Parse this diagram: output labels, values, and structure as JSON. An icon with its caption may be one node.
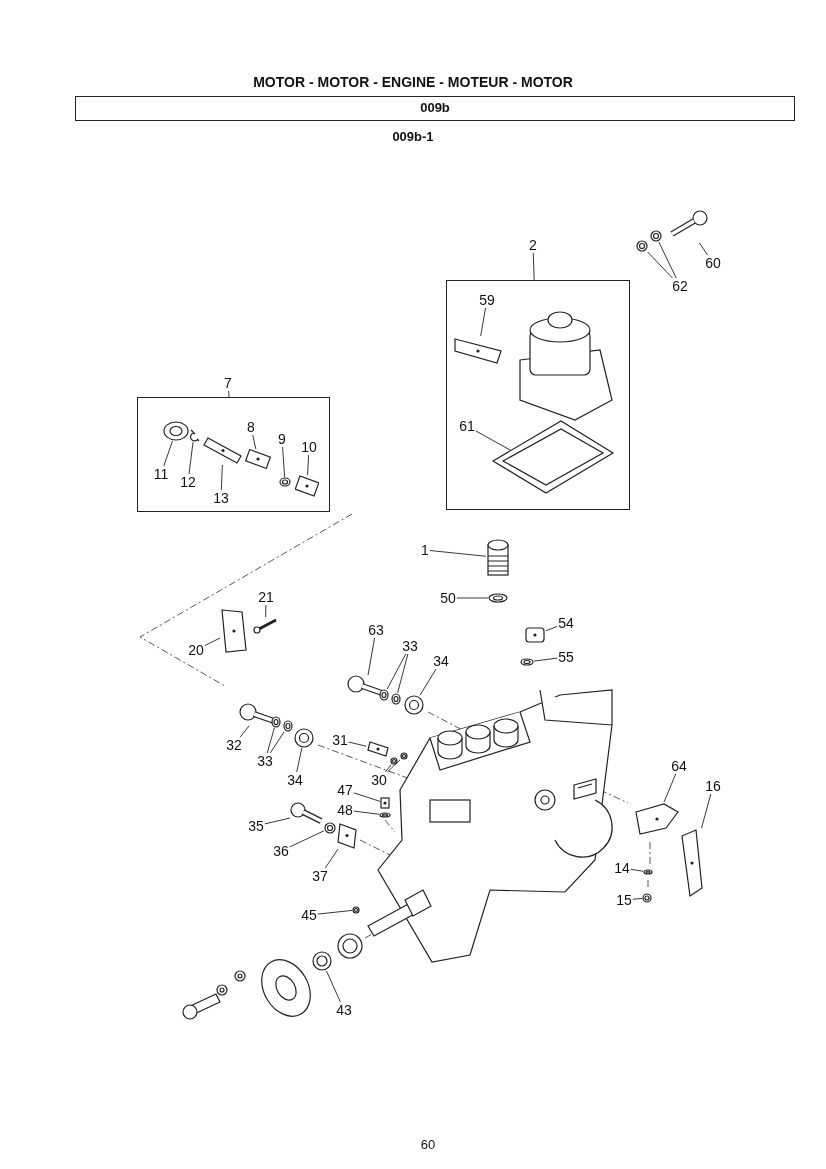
{
  "diagram": {
    "title": "MOTOR - MOTOR - ENGINE - MOTEUR - MOTOR",
    "nodes": [
      {
        "text": [
          "60"
        ]
      },
      {
        "text": [
          "62"
        ]
      },
      {
        "text": [
          "2"
        ]
      },
      {
        "text": [],
        "shape": "box"
      },
      {
        "text": [
          "59"
        ],
        "in": 3
      },
      {
        "text": [
          "7"
        ]
      },
      {
        "text": [],
        "shape": "box"
      },
      {
        "text": [
          "11"
        ],
        "in": 6
      },
      {
        "text": [
          "12"
        ],
        "in": 6
      },
      {
        "text": [
          "13"
        ],
        "in": 6
      },
      {
        "text": [
          "8"
        ],
        "in": 6
      },
      {
        "text": [
          "9"
        ],
        "in": 6
      },
      {
        "text": [
          "10"
        ],
        "in": 6
      },
      {
        "text": [
          "61"
        ],
        "in": 3
      },
      {
        "text": [
          "1"
        ]
      },
      {
        "text": [
          "50"
        ]
      },
      {
        "text": [
          "21"
        ]
      },
      {
        "text": [
          "54"
        ]
      },
      {
        "text": [
          "20"
        ]
      },
      {
        "text": [
          "63"
        ]
      },
      {
        "text": [
          "33"
        ]
      },
      {
        "text": [
          "34"
        ]
      },
      {
        "text": [
          "55"
        ]
      },
      {
        "text": [
          "32"
        ]
      },
      {
        "text": [
          "31"
        ]
      },
      {
        "text": [
          "33"
        ]
      },
      {
        "text": [
          "34"
        ]
      },
      {
        "text": [
          "30"
        ]
      },
      {
        "text": [
          "47"
        ]
      },
      {
        "text": [
          "64"
        ]
      },
      {
        "text": [
          "48"
        ]
      },
      {
        "text": [
          "16"
        ]
      },
      {
        "text": [
          "35"
        ]
      },
      {
        "text": [
          "36"
        ]
      },
      {
        "text": [
          "14"
        ]
      },
      {
        "text": [
          "37"
        ]
      },
      {
        "text": [
          "15"
        ]
      },
      {
        "text": [
          "45"
        ]
      },
      {
        "text": [
          "43"
        ]
      },
      {
        "text": [],
        "shape": "picture"
      },
      {
        "text": [],
        "shape": "picture"
      },
      {
        "text": [],
        "shape": "picture"
      },
      {
        "text": [],
        "shape": "picture",
        "in": 3
      },
      {
        "text": [],
        "shape": "picture",
        "in": 3
      },
      {
        "text": [],
        "shape": "picture",
        "in": 6
      },
      {
        "text": [],
        "shape": "picture",
        "in": 6
      },
      {
        "text": [],
        "shape": "picture",
        "in": 6
      },
      {
        "text": [],
        "shape": "picture",
        "in": 6
      },
      {
        "text": [],
        "shape": "picture",
        "in": 6
      },
      {
        "text": [],
        "shape": "picture",
        "in": 6
      },
      {
        "text": [],
        "shape": "picture"
      },
      {
        "text": [],
        "shape": "picture"
      },
      {
        "text": [],
        "shape": "picture"
      },
      {
        "text": [],
        "shape": "picture"
      },
      {
        "text": [],
        "shape": "picture"
      },
      {
        "text": [],
        "shape": "picture"
      },
      {
        "text": [],
        "shape": "picture"
      },
      {
        "text": [],
        "shape": "picture"
      },
      {
        "text": [],
        "shape": "picture"
      },
      {
        "text": [],
        "shape": "picture"
      },
      {
        "text": [],
        "shape": "picture"
      },
      {
        "text": [],
        "shape": "picture"
      },
      {
        "text": [],
        "shape": "picture"
      },
      {
        "text": [],
        "shape": "picture"
      },
      {
        "text": [],
        "shape": "picture"
      },
      {
        "text": [],
        "shape": "picture"
      },
      {
        "text": [],
        "shape": "picture"
      },
      {
        "text": [],
        "shape": "picture"
      },
      {
        "text": [],
        "shape": "picture"
      },
      {
        "text": [],
        "shape": "picture"
      },
      {
        "text": [],
        "shape": "picture"
      },
      {
        "text": [],
        "shape": "picture"
      },
      {
        "text": [],
        "shape": "picture"
      },
      {
        "text": [],
        "shape": "picture"
      },
      {
        "text": [],
        "shape": "picture"
      },
      {
        "text": [],
        "shape": "picture"
      },
      {
        "text": [],
        "shape": "picture"
      },
      {
        "text": [],
        "shape": "picture"
      }
    ],
    "edges": [
      {
        "from": 0,
        "to": 39,
        "arrow": "none"
      },
      {
        "from": 1,
        "to": 40,
        "arrow": "none"
      },
      {
        "from": 1,
        "to": 41,
        "arrow": "none"
      },
      {
        "from": 2,
        "to": 3,
        "arrow": "none"
      },
      {
        "from": 4,
        "to": 42,
        "arrow": "none"
      },
      {
        "from": 5,
        "to": 6,
        "arrow": "none"
      },
      {
        "from": 7,
        "to": 44,
        "arrow": "none"
      },
      {
        "from": 8,
        "to": 45,
        "arrow": "none"
      },
      {
        "from": 9,
        "to": 46,
        "arrow": "none"
      },
      {
        "from": 10,
        "to": 47,
        "arrow": "none"
      },
      {
        "from": 11,
        "to": 48,
        "arrow": "none"
      },
      {
        "from": 12,
        "to": 49,
        "arrow": "none"
      },
      {
        "from": 13,
        "to": 43,
        "arrow": "none"
      },
      {
        "from": 14,
        "to": 50,
        "arrow": "none"
      },
      {
        "from": 15,
        "to": 51,
        "arrow": "none"
      },
      {
        "from": 16,
        "to": 52,
        "arrow": "none"
      },
      {
        "from": 17,
        "to": 53,
        "arrow": "none"
      },
      {
        "from": 18,
        "to": 54,
        "arrow": "none"
      },
      {
        "from": 19,
        "to": 55,
        "arrow": "none"
      },
      {
        "from": 20,
        "to": 56,
        "arrow": "none"
      },
      {
        "from": 20,
        "to": 57,
        "arrow": "none"
      },
      {
        "from": 21,
        "to": 58,
        "arrow": "none"
      },
      {
        "from": 22,
        "to": 59,
        "arrow": "none"
      },
      {
        "from": 23,
        "to": 60,
        "arrow": "none"
      },
      {
        "from": 24,
        "to": 64,
        "arrow": "none"
      },
      {
        "from": 25,
        "to": 61,
        "arrow": "none"
      },
      {
        "from": 25,
        "to": 62,
        "arrow": "none"
      },
      {
        "from": 26,
        "to": 63,
        "arrow": "none"
      },
      {
        "from": 27,
        "to": 65,
        "arrow": "none"
      },
      {
        "from": 27,
        "to": 66,
        "arrow": "none"
      },
      {
        "from": 28,
        "to": 67,
        "arrow": "none"
      },
      {
        "from": 29,
        "to": 69,
        "arrow": "none"
      },
      {
        "from": 30,
        "to": 68,
        "arrow": "none"
      },
      {
        "from": 31,
        "to": 70,
        "arrow": "none"
      },
      {
        "from": 32,
        "to": 71,
        "arrow": "none"
      },
      {
        "from": 33,
        "to": 72,
        "arrow": "none"
      },
      {
        "from": 34,
        "to": 73,
        "arrow": "none"
      },
      {
        "from": 35,
        "to": 74,
        "arrow": "none"
      },
      {
        "from": 36,
        "to": 75,
        "arrow": "none"
      },
      {
        "from": 37,
        "to": 76,
        "arrow": "none"
      },
      {
        "from": 38,
        "to": 77,
        "arrow": "none"
      }
    ],
    "labels": [
      "009b",
      "009b-1",
      "60"
    ]
  }
}
